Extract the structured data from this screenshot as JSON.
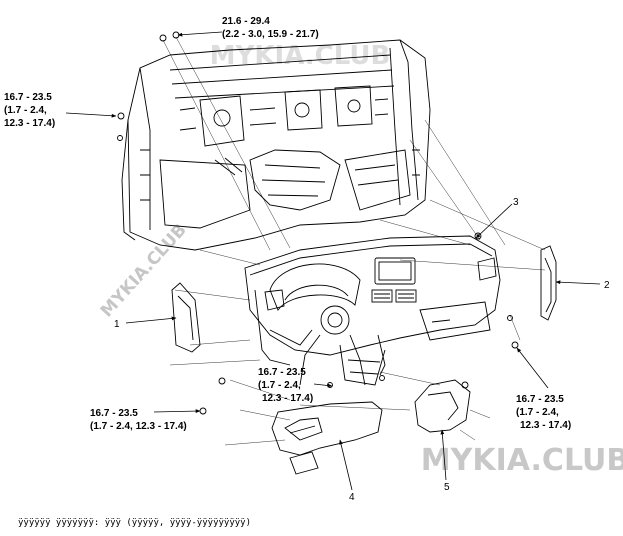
{
  "torque_specs": [
    {
      "lines": [
        "21.6 - 29.4",
        "(2.2 - 3.0, 15.9 - 21.7)"
      ]
    },
    {
      "lines": [
        "16.7 - 23.5",
        "(1.7 - 2.4,",
        "12.3 - 17.4)"
      ]
    },
    {
      "lines": [
        "16.7 - 23.5",
        "(1.7 - 2.4,",
        "12.3 - 17.4)"
      ]
    },
    {
      "lines": [
        "16.7 - 23.5",
        "(1.7 - 2.4, 12.3 - 17.4)"
      ]
    },
    {
      "lines": [
        "16.7 - 23.5",
        "(1.7 - 2.4,",
        "12.3 - 17.4)"
      ]
    }
  ],
  "callouts": [
    "1",
    "2",
    "3",
    "4",
    "5"
  ],
  "watermarks": [
    "MYKIA.CLUB",
    "MYKIA.CLUB",
    "MYKIA.CLUB"
  ],
  "caption": "ÿÿÿÿÿÿ ÿÿÿÿÿÿÿ: ÿÿÿ (ÿÿÿÿÿ, ÿÿÿÿ-ÿÿÿÿÿÿÿÿÿ)",
  "colors": {
    "line": "#000000",
    "watermark": "#c8c8c8"
  }
}
